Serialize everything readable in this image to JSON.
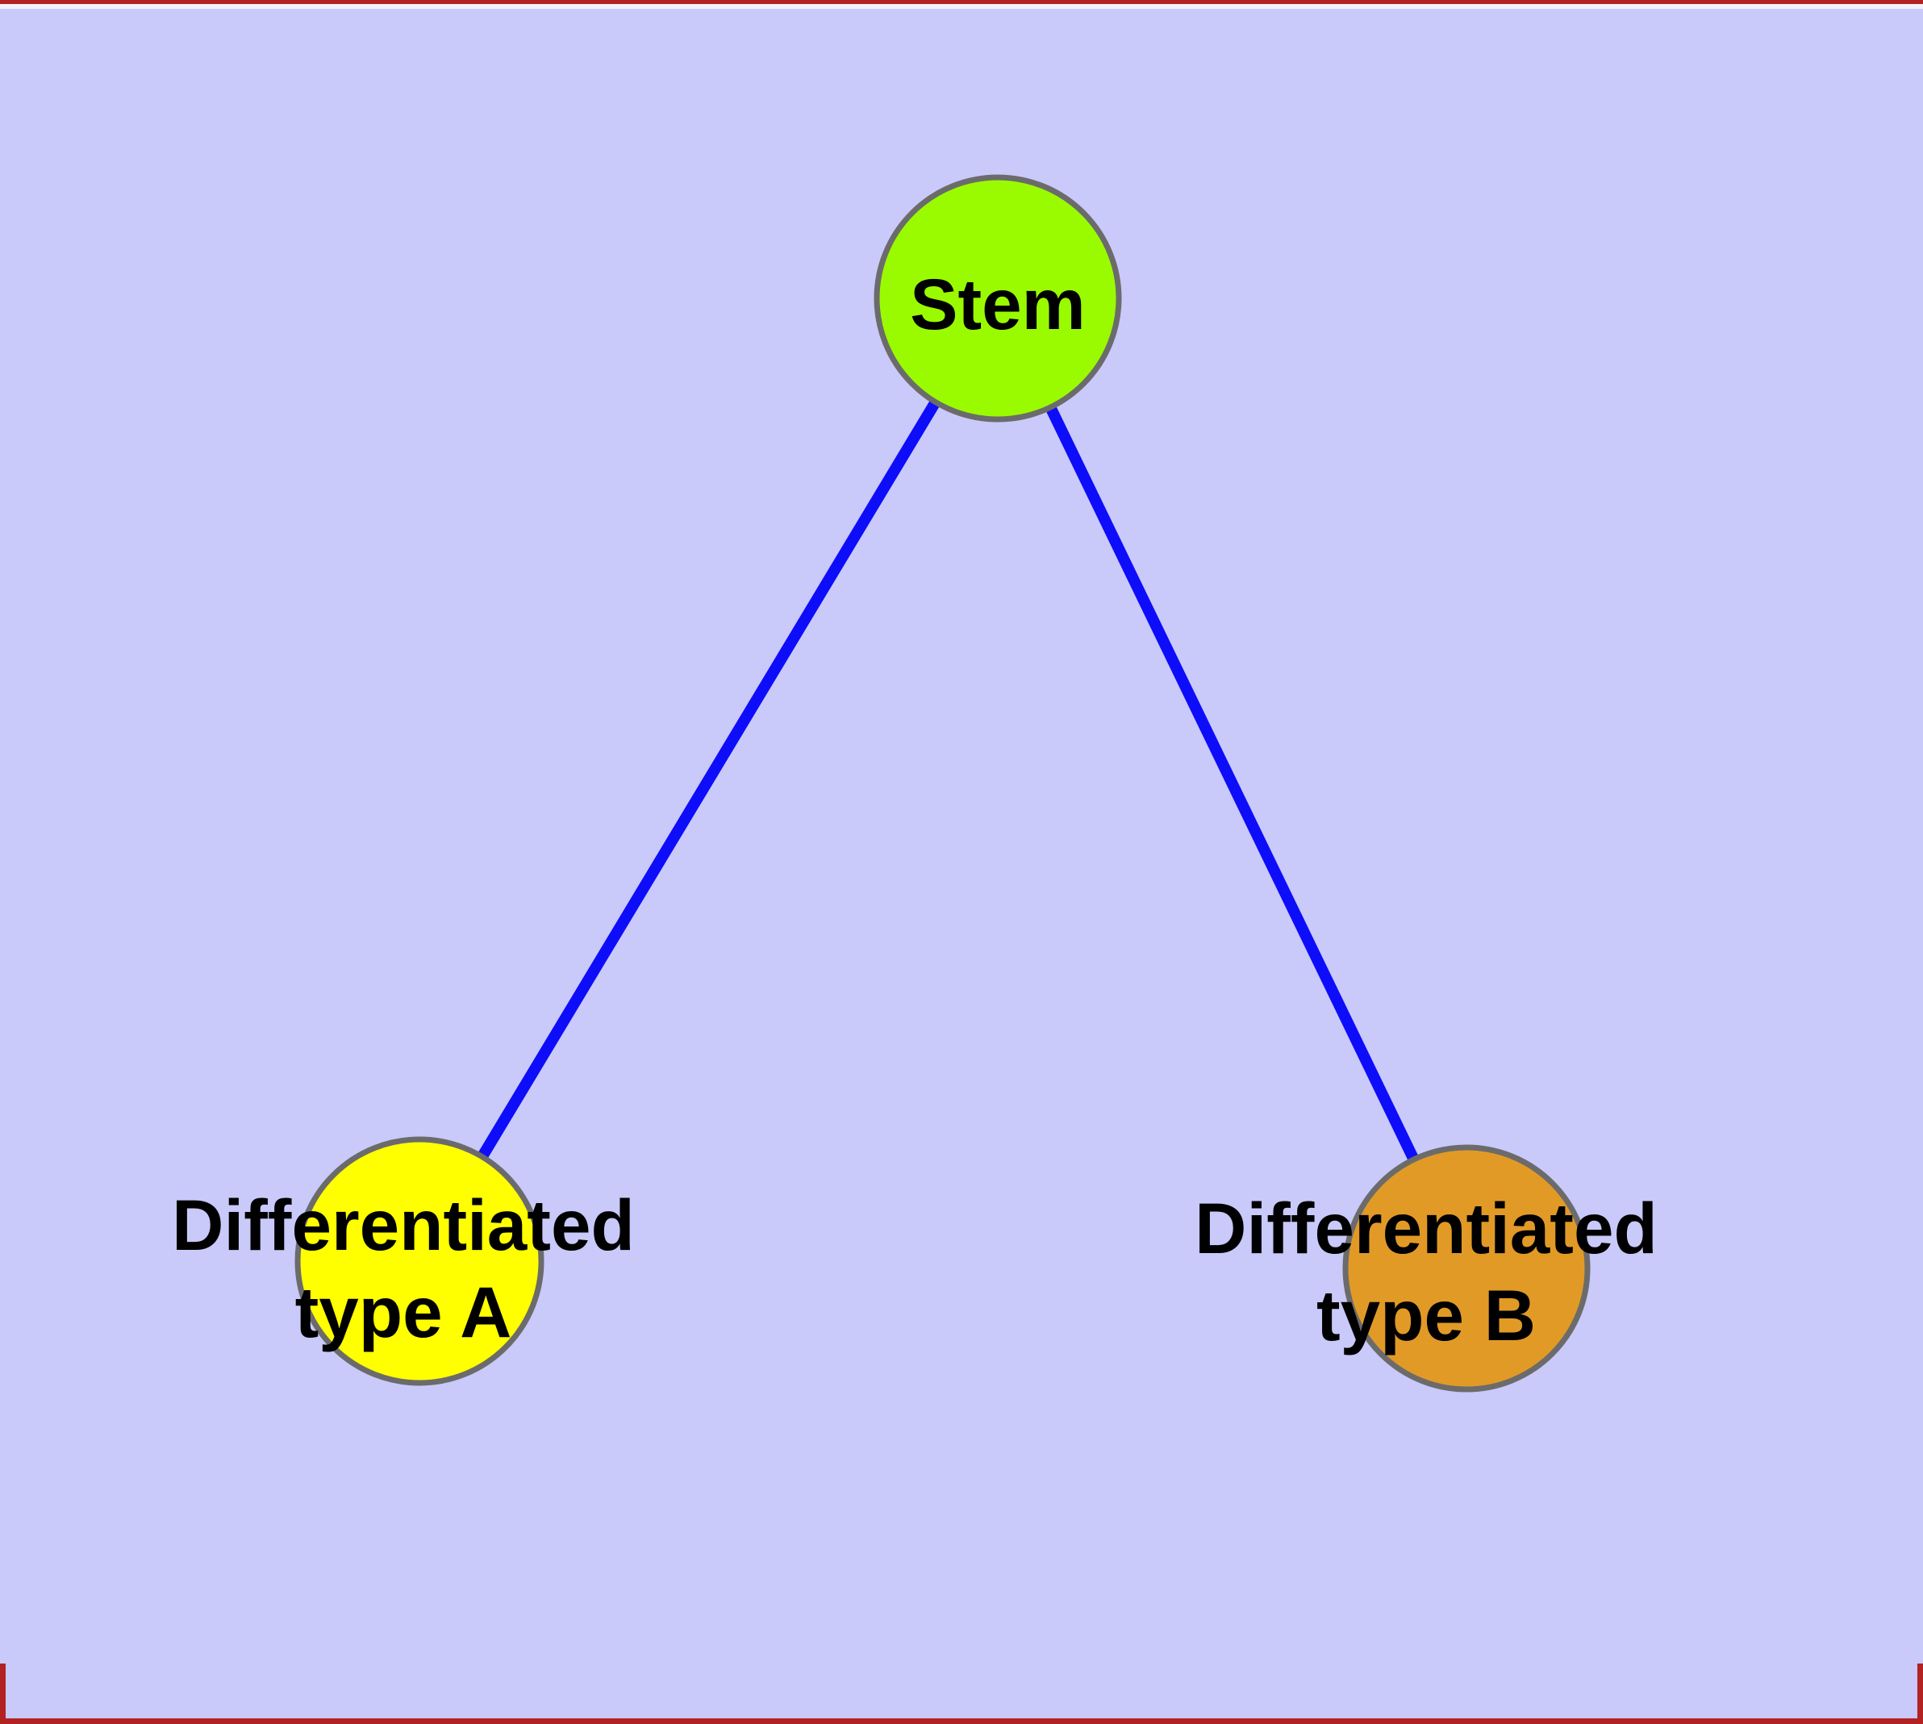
{
  "frame": {
    "background_color": "#C9C9FA",
    "border_line_color": "#B22222",
    "top_highlight_color": "#F2F2FC"
  },
  "diagram": {
    "edge_color": "#0D0DFA",
    "node_stroke_color": "#6B6B6B",
    "label_color": "#000000",
    "nodes": {
      "stem": {
        "label": "Stem",
        "fill": "#9AFB00"
      },
      "type_a": {
        "line1": "Differentiated",
        "line2": "type A",
        "fill": "#FFFF00"
      },
      "type_b": {
        "line1": "Differentiated",
        "line2": "type B",
        "fill": "#E29A26"
      }
    },
    "edges": [
      {
        "from": "stem",
        "to": "type_a"
      },
      {
        "from": "stem",
        "to": "type_b"
      }
    ]
  }
}
